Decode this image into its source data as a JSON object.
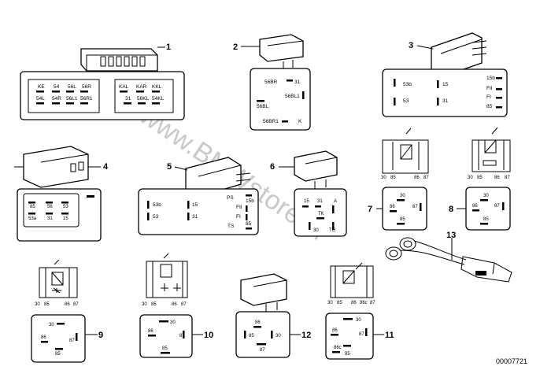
{
  "watermark": "www.BMWstore.pl",
  "reference_number": "00007721",
  "parts": [
    {
      "number": "1",
      "pins": [
        "KE",
        "54",
        "56L",
        "56R",
        "54L",
        "54R",
        "56L1",
        "56R1",
        "KAL",
        "KAR",
        "KKL",
        "31",
        "56KL",
        "54KL"
      ]
    },
    {
      "number": "2",
      "pins": [
        "56BR",
        "31",
        "56BL1",
        "56BL",
        "56BR1",
        "K"
      ]
    },
    {
      "number": "3",
      "pins": [
        "15b",
        "53b",
        "15",
        "FII",
        "FI",
        "53",
        "31",
        "85"
      ]
    },
    {
      "number": "4",
      "pins": [
        "85",
        "56",
        "53",
        "53a",
        "31",
        "15"
      ]
    },
    {
      "number": "5",
      "pins": [
        "PS",
        "15b",
        "53b",
        "15",
        "FII",
        "FI",
        "53",
        "31",
        "TS",
        "85"
      ]
    },
    {
      "number": "6",
      "pins": [
        "15",
        "31",
        "A",
        "TK",
        "30",
        "TG"
      ]
    },
    {
      "number": "7",
      "pins": [
        "30",
        "85",
        "86",
        "87",
        "30",
        "86",
        "87",
        "85"
      ]
    },
    {
      "number": "8",
      "pins": [
        "30",
        "85",
        "86",
        "87",
        "30",
        "86",
        "87",
        "85"
      ]
    },
    {
      "number": "9",
      "pins": [
        "30",
        "85",
        "86",
        "87",
        "30",
        "86",
        "87",
        "85"
      ]
    },
    {
      "number": "10",
      "pins": [
        "30",
        "85",
        "86",
        "87",
        "30",
        "86",
        "87",
        "85"
      ]
    },
    {
      "number": "11",
      "pins": [
        "30",
        "85",
        "86",
        "86c",
        "87",
        "30",
        "86",
        "87",
        "86c",
        "85"
      ]
    },
    {
      "number": "12",
      "pins": [
        "86",
        "85",
        "30",
        "87"
      ]
    },
    {
      "number": "13",
      "pins": []
    }
  ]
}
